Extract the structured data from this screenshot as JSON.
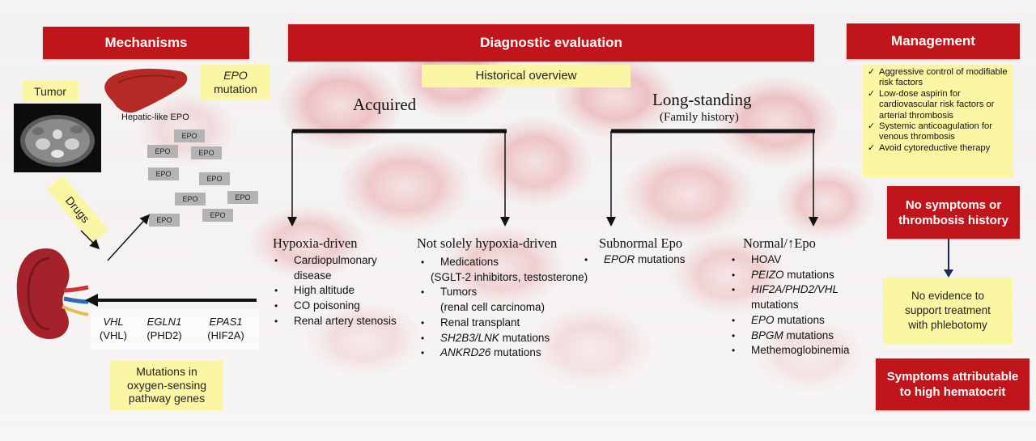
{
  "headers": {
    "mechanisms": "Mechanisms",
    "diagnostic": "Diagnostic evaluation",
    "management": "Management"
  },
  "mechanisms": {
    "tumor_label": "Tumor",
    "hepatic_label": "Hepatic-like EPO",
    "epo_mutation_italic": "EPO",
    "epo_mutation_rest": "mutation",
    "drugs_label": "Drugs",
    "epo_chip": "EPO",
    "genes": [
      {
        "gene": "VHL",
        "protein": "(VHL)"
      },
      {
        "gene": "EGLN1",
        "protein": "(PHD2)"
      },
      {
        "gene": "EPAS1",
        "protein": "(HIF2A)"
      }
    ],
    "pathway_label": "Mutations in oxygen-sensing pathway genes"
  },
  "diagnostic": {
    "historical_overview": "Historical overview",
    "acquired": "Acquired",
    "long_standing": "Long-standing",
    "family_history": "(Family history)",
    "hypoxia": {
      "title": "Hypoxia-driven",
      "items": [
        "Cardiopulmonary disease",
        "High altitude",
        "CO poisoning",
        "Renal artery stenosis"
      ]
    },
    "not_solely": {
      "title": "Not solely hypoxia-driven",
      "medications": "Medications",
      "medications_detail": "(SGLT-2 inhibitors, testosterone)",
      "tumors": "Tumors",
      "tumors_detail": "(renal cell carcinoma)",
      "renal_transplant": "Renal transplant",
      "sh2b3_gene": "SH2B3/LNK",
      "ankrd26_gene": "ANKRD26",
      "mutations_word": "mutations"
    },
    "subnormal": {
      "title": "Subnormal Epo",
      "epor_gene": "EPOR",
      "mutations_word": "mutations"
    },
    "normal": {
      "title_prefix": "Normal/",
      "up_arrow": "↑",
      "title_suffix": "Epo",
      "hoav": "HOAV",
      "peizo_gene": "PEIZO",
      "hif_gene": "HIF2A/PHD2/VHL",
      "epo_gene": "EPO",
      "bpgm_gene": "BPGM",
      "mutations_word": "mutations",
      "methemoglobinemia": "Methemoglobinemia"
    }
  },
  "management": {
    "checklist": [
      "Aggressive control of modifiable risk factors",
      "Low-dose aspirin for cardiovascular risk factors or arterial thrombosis",
      "Systemic anticoagulation for venous thrombosis",
      "Avoid cytoreductive therapy"
    ],
    "no_symptoms": "No symptoms or thrombosis history",
    "no_evidence": "No evidence to support treatment with phlebotomy",
    "symptoms": "Symptoms attributable to high hematocrit"
  },
  "colors": {
    "header_red": "#c0151b",
    "note_yellow": "#fbf6a3",
    "cell_red": "#e8a0a3"
  }
}
